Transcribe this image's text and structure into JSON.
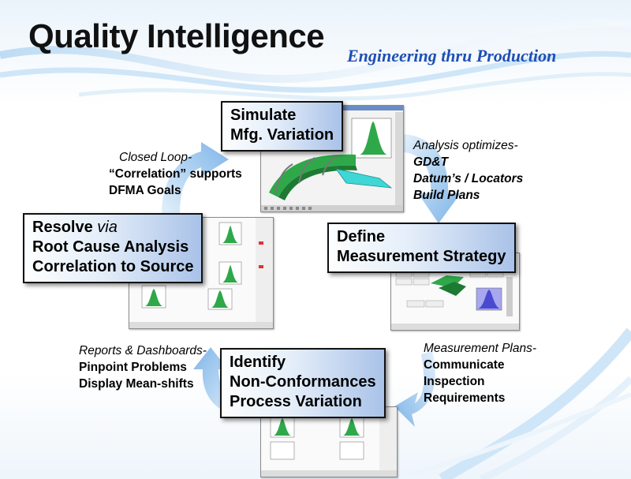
{
  "slide": {
    "title": "Quality Intelligence",
    "subtitle": "Engineering thru Production"
  },
  "boxes": {
    "simulate": {
      "line1": "Simulate",
      "line2": "Mfg. Variation"
    },
    "define": {
      "line1": "Define",
      "line2": "Measurement Strategy"
    },
    "identify": {
      "line1": "Identify",
      "line2": "Non-Conformances",
      "line3": "Process Variation"
    },
    "resolve": {
      "line1_bold": "Resolve",
      "line1_italic": "via",
      "line2": "Root Cause Analysis",
      "line3": "Correlation to Source"
    }
  },
  "notes": {
    "closed_loop": {
      "line1": "Closed Loop-",
      "line2": "“Correlation” supports",
      "line3": "DFMA Goals"
    },
    "analysis": {
      "line1": "Analysis optimizes-",
      "line2": "GD&T",
      "line3": "Datum’s / Locators",
      "line4": "Build Plans"
    },
    "measurement_plans": {
      "line1": "Measurement Plans-",
      "line2": "Communicate",
      "line3": "Inspection",
      "line4": "Requirements"
    },
    "reports": {
      "line1": "Reports & Dashboards-",
      "line2": "Pinpoint Problems",
      "line3": "Display Mean-shifts"
    }
  },
  "colors": {
    "arrow_light": "#cfe4f7",
    "arrow_dark": "#7fb5e8",
    "subtitle": "#1f4fb5",
    "box_right": "#a9c2e8",
    "part_green": "#2fa84a",
    "part_cyan": "#3fd6d6",
    "chart_blue": "#a8a8f0"
  }
}
